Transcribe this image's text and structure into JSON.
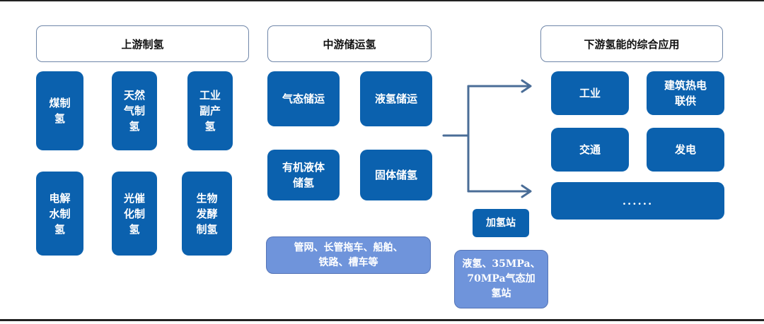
{
  "upstream": {
    "title": "上游制氢",
    "items": [
      "煤制\n氢",
      "天然\n气制\n氢",
      "工业\n副产\n氢",
      "电解\n水制\n氢",
      "光催\n化制\n氢",
      "生物\n发酵\n制氢"
    ]
  },
  "midstream": {
    "title": "中游储运氢",
    "items": [
      "气态储运",
      "液氢储运",
      "有机液体\n储氢",
      "固体储氢"
    ],
    "transport": "管网、长管拖车、船舶、\n铁路、槽车等"
  },
  "station": {
    "label": "加氢站",
    "detail": "液氢、35MPa、\n70MPa气态加\n氢站"
  },
  "downstream": {
    "title": "下游氢能的综合应用",
    "items": [
      "工业",
      "建筑热电\n联供",
      "交通",
      "发电",
      "......"
    ]
  },
  "colors": {
    "primary": "#0b61ae",
    "light": "#6f94db",
    "arrow": "#4a6d97"
  }
}
